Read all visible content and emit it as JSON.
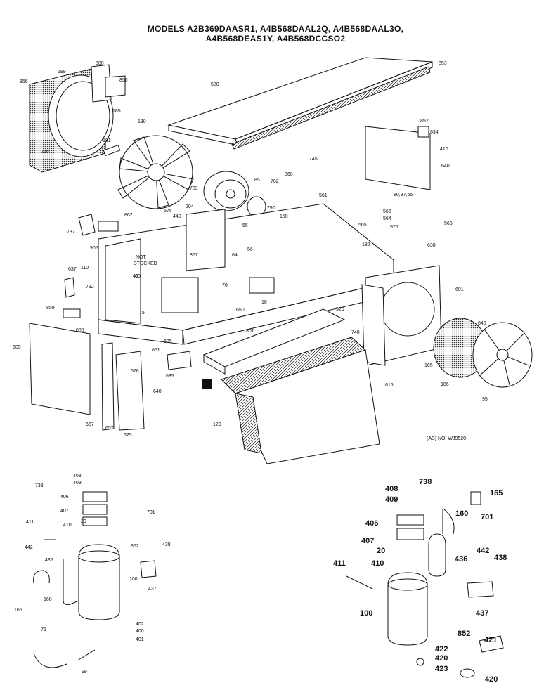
{
  "header": {
    "line1": "MODELS A2B369DAASR1, A4B568DAAL2Q, A4B568DAAL3O,",
    "line2": "A4B568DEAS1Y, A4B568DCCSO2"
  },
  "footnote": "(AS) NO. WJ9520",
  "parts_upper": [
    {
      "id": "p856",
      "label": "856"
    },
    {
      "id": "p199",
      "label": "199"
    },
    {
      "id": "p880",
      "label": "880"
    },
    {
      "id": "p856b",
      "label": "856"
    },
    {
      "id": "p580",
      "label": "580"
    },
    {
      "id": "p853",
      "label": "853"
    },
    {
      "id": "p185",
      "label": "185"
    },
    {
      "id": "p260",
      "label": "260"
    },
    {
      "id": "p180",
      "label": "180"
    },
    {
      "id": "p181",
      "label": "181"
    },
    {
      "id": "p852",
      "label": "852"
    },
    {
      "id": "p634",
      "label": "634"
    },
    {
      "id": "p410",
      "label": "410"
    },
    {
      "id": "p640",
      "label": "640"
    },
    {
      "id": "p745",
      "label": "745"
    },
    {
      "id": "p85",
      "label": "85"
    },
    {
      "id": "p360",
      "label": "360"
    },
    {
      "id": "p783",
      "label": "783"
    },
    {
      "id": "p204",
      "label": "204"
    },
    {
      "id": "p790",
      "label": "790"
    },
    {
      "id": "p80",
      "label": "80,87,65"
    },
    {
      "id": "p862",
      "label": "862"
    },
    {
      "id": "p440",
      "label": "440"
    },
    {
      "id": "p575",
      "label": "575"
    },
    {
      "id": "p782",
      "label": "782"
    },
    {
      "id": "p561",
      "label": "561"
    },
    {
      "id": "p566",
      "label": "566"
    },
    {
      "id": "p564",
      "label": "564"
    },
    {
      "id": "p565",
      "label": "565"
    },
    {
      "id": "p575b",
      "label": "575"
    },
    {
      "id": "p568",
      "label": "568"
    },
    {
      "id": "p737",
      "label": "737"
    },
    {
      "id": "p905",
      "label": "905"
    },
    {
      "id": "p55",
      "label": "55"
    },
    {
      "id": "p56",
      "label": "56"
    },
    {
      "id": "p182",
      "label": "182"
    },
    {
      "id": "p630",
      "label": "630"
    },
    {
      "id": "p150",
      "label": "150"
    },
    {
      "id": "p857",
      "label": "857"
    },
    {
      "id": "p64",
      "label": "64"
    },
    {
      "id": "p110",
      "label": "110"
    },
    {
      "id": "p601",
      "label": "601"
    },
    {
      "id": "p637",
      "label": "637"
    },
    {
      "id": "p732",
      "label": "732"
    },
    {
      "id": "p60",
      "label": "60"
    },
    {
      "id": "p70",
      "label": "70"
    },
    {
      "id": "p75",
      "label": "75"
    },
    {
      "id": "p859",
      "label": "859"
    },
    {
      "id": "p650",
      "label": "650"
    },
    {
      "id": "p18",
      "label": "18"
    },
    {
      "id": "p520",
      "label": "520"
    },
    {
      "id": "p801",
      "label": "801"
    },
    {
      "id": "p740",
      "label": "740"
    },
    {
      "id": "p843",
      "label": "843"
    },
    {
      "id": "p888",
      "label": "888"
    },
    {
      "id": "p605",
      "label": "605"
    },
    {
      "id": "p651",
      "label": "651"
    },
    {
      "id": "p605b",
      "label": "605"
    },
    {
      "id": "p635",
      "label": "635"
    },
    {
      "id": "p676",
      "label": "676"
    },
    {
      "id": "p640b",
      "label": "640"
    },
    {
      "id": "p615",
      "label": "615"
    },
    {
      "id": "p165",
      "label": "165"
    },
    {
      "id": "p186",
      "label": "186"
    },
    {
      "id": "p95",
      "label": "95"
    },
    {
      "id": "p657",
      "label": "657"
    },
    {
      "id": "p657b",
      "label": "657"
    },
    {
      "id": "p625",
      "label": "625"
    },
    {
      "id": "p120",
      "label": "120"
    },
    {
      "id": "p40",
      "label": "40"
    }
  ],
  "not_stocked": [
    "NOT",
    "STOCKED"
  ],
  "parts_lower_left": [
    {
      "id": "l408",
      "label": "408"
    },
    {
      "id": "l409",
      "label": "409"
    },
    {
      "id": "l738",
      "label": "738"
    },
    {
      "id": "l406",
      "label": "406"
    },
    {
      "id": "l407",
      "label": "407"
    },
    {
      "id": "l410",
      "label": "410"
    },
    {
      "id": "l701",
      "label": "701"
    },
    {
      "id": "l411",
      "label": "411"
    },
    {
      "id": "l20",
      "label": "20"
    },
    {
      "id": "l442",
      "label": "442"
    },
    {
      "id": "l852",
      "label": "852"
    },
    {
      "id": "l438",
      "label": "438"
    },
    {
      "id": "l436",
      "label": "436"
    },
    {
      "id": "l100",
      "label": "100"
    },
    {
      "id": "l437",
      "label": "437"
    },
    {
      "id": "l160",
      "label": "160"
    },
    {
      "id": "l165",
      "label": "165"
    },
    {
      "id": "l402",
      "label": "402"
    },
    {
      "id": "l400",
      "label": "400"
    },
    {
      "id": "l401",
      "label": "401"
    },
    {
      "id": "l75",
      "label": "75"
    },
    {
      "id": "l99",
      "label": "99"
    }
  ],
  "parts_lower_right": [
    {
      "id": "r408",
      "label": "408"
    },
    {
      "id": "r738",
      "label": "738"
    },
    {
      "id": "r409",
      "label": "409"
    },
    {
      "id": "r165",
      "label": "165"
    },
    {
      "id": "r160",
      "label": "160"
    },
    {
      "id": "r701",
      "label": "701"
    },
    {
      "id": "r406",
      "label": "406"
    },
    {
      "id": "r407",
      "label": "407"
    },
    {
      "id": "r442",
      "label": "442"
    },
    {
      "id": "r20",
      "label": "20"
    },
    {
      "id": "r438",
      "label": "438"
    },
    {
      "id": "r410",
      "label": "410"
    },
    {
      "id": "r436",
      "label": "436"
    },
    {
      "id": "r411",
      "label": "411"
    },
    {
      "id": "r437",
      "label": "437"
    },
    {
      "id": "r100",
      "label": "100"
    },
    {
      "id": "r852",
      "label": "852"
    },
    {
      "id": "r422",
      "label": "422"
    },
    {
      "id": "r421",
      "label": "421"
    },
    {
      "id": "r420",
      "label": "420"
    },
    {
      "id": "r423",
      "label": "423"
    },
    {
      "id": "r420b",
      "label": "420"
    }
  ]
}
